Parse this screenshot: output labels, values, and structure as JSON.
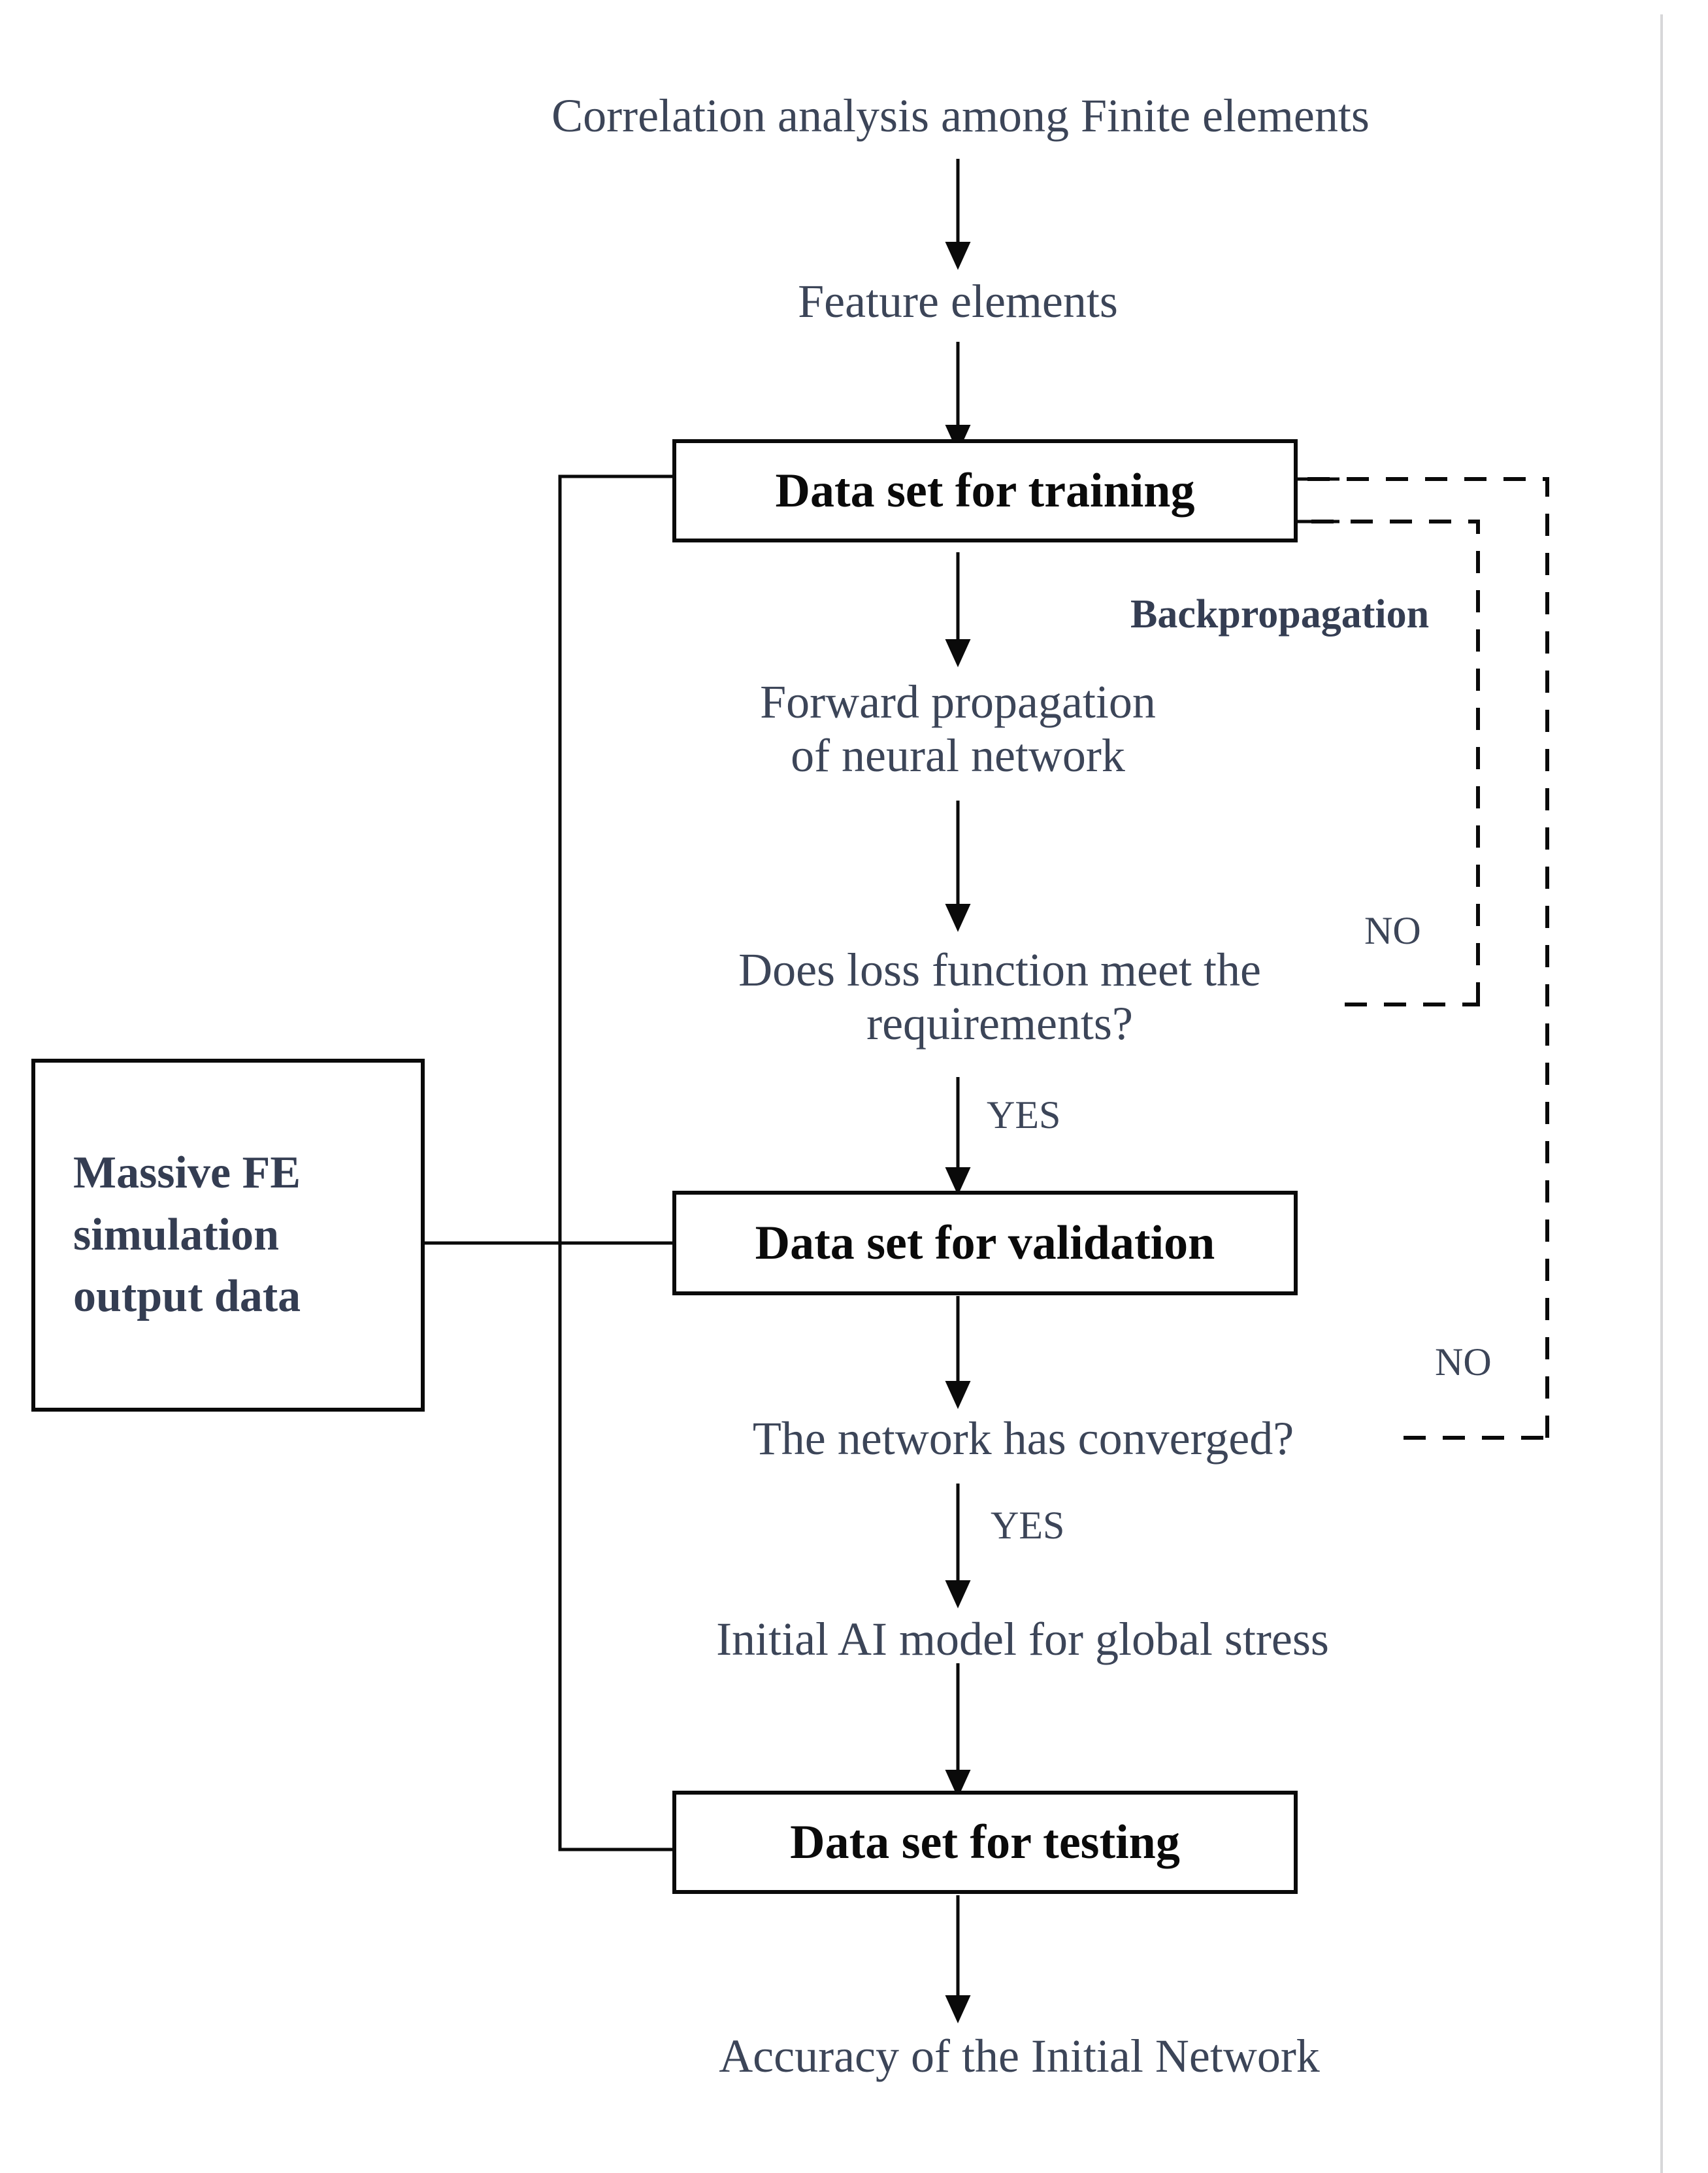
{
  "diagram": {
    "title": "Neural network training flowchart",
    "colors": {
      "text_navy": "#3c4558",
      "text_black": "#0a0a0a",
      "line_black": "#0a0a0a",
      "page_rule": "#d7d7d9",
      "background": "#ffffff"
    },
    "nodes": {
      "correlation_analysis": "Correlation analysis among Finite elements",
      "feature_elements": "Feature elements",
      "data_set_training": "Data set for training",
      "forward_propagation": "Forward propagation\nof neural network",
      "loss_question": "Does loss function meet the\nrequirements?",
      "data_set_validation": "Data set for validation",
      "converged_question": "The network has converged?",
      "initial_ai_model": "Initial AI model for global stress",
      "data_set_testing": "Data set for testing",
      "accuracy_output": "Accuracy of the Initial Network",
      "massive_fe_data": "Massive FE\nsimulation\noutput data"
    },
    "edge_labels": {
      "backpropagation": "Backpropagation",
      "loss_no": "NO",
      "loss_yes": "YES",
      "converged_no": "NO",
      "converged_yes": "YES"
    }
  }
}
